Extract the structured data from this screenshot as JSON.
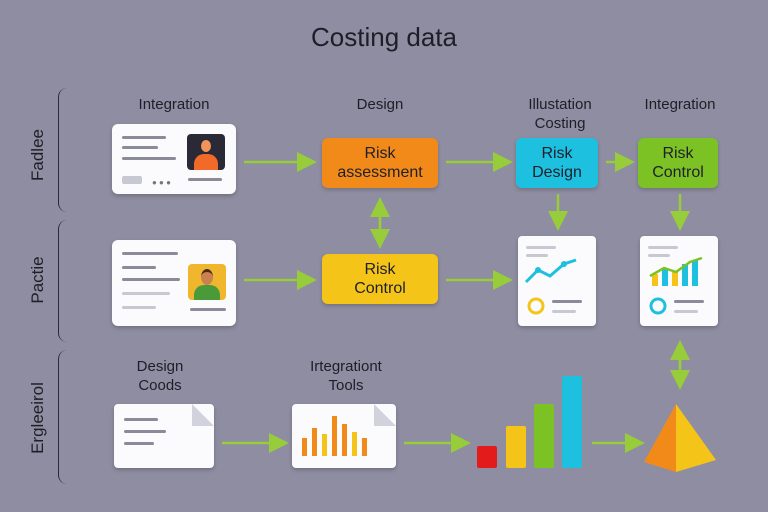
{
  "title": "Costing data",
  "columns": {
    "integration_1": "Integration",
    "design": "Design",
    "illustation_costing": [
      "Illustation",
      "Costing"
    ],
    "integration_2": "Integration"
  },
  "rows": {
    "row1": "Fadlee",
    "row2": "Pactie",
    "row3": "Ergleeirol"
  },
  "boxes": {
    "risk_assessment": [
      "Risk",
      "assessment"
    ],
    "risk_control_row2": [
      "Risk",
      "Control"
    ],
    "risk_design": [
      "Risk",
      "Design"
    ],
    "risk_control_row1": [
      "Risk",
      "Control"
    ]
  },
  "lower_labels": {
    "design_coods": [
      "Design",
      "Coods"
    ],
    "integrationt_tools": [
      "Irtegrationt",
      "Tools"
    ]
  },
  "colors": {
    "background": "#8f8da1",
    "orange": "#f28a1a",
    "yellow": "#f5c419",
    "cyan": "#1ec0df",
    "green": "#7cc225",
    "red": "#e31b1b",
    "arrow": "#97cc3a"
  },
  "icons": [
    "person-icon",
    "doc-icon",
    "line-chart-icon",
    "bar-chart-icon",
    "pyramid-icon"
  ]
}
